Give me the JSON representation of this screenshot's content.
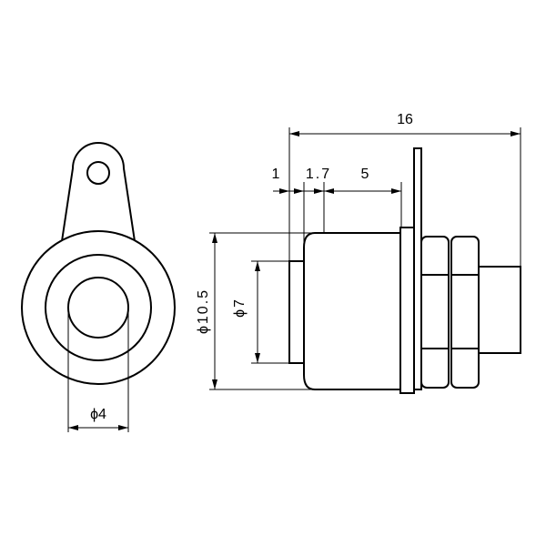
{
  "dimensions": {
    "total_length": "16",
    "flange_thickness": "1",
    "step_length": "1.7",
    "body_length": "5",
    "body_diameter": "ϕ10.5",
    "inner_diameter": "ϕ7",
    "hole_diameter": "ϕ4"
  },
  "colors": {
    "line": "#000000",
    "background": "#ffffff"
  }
}
